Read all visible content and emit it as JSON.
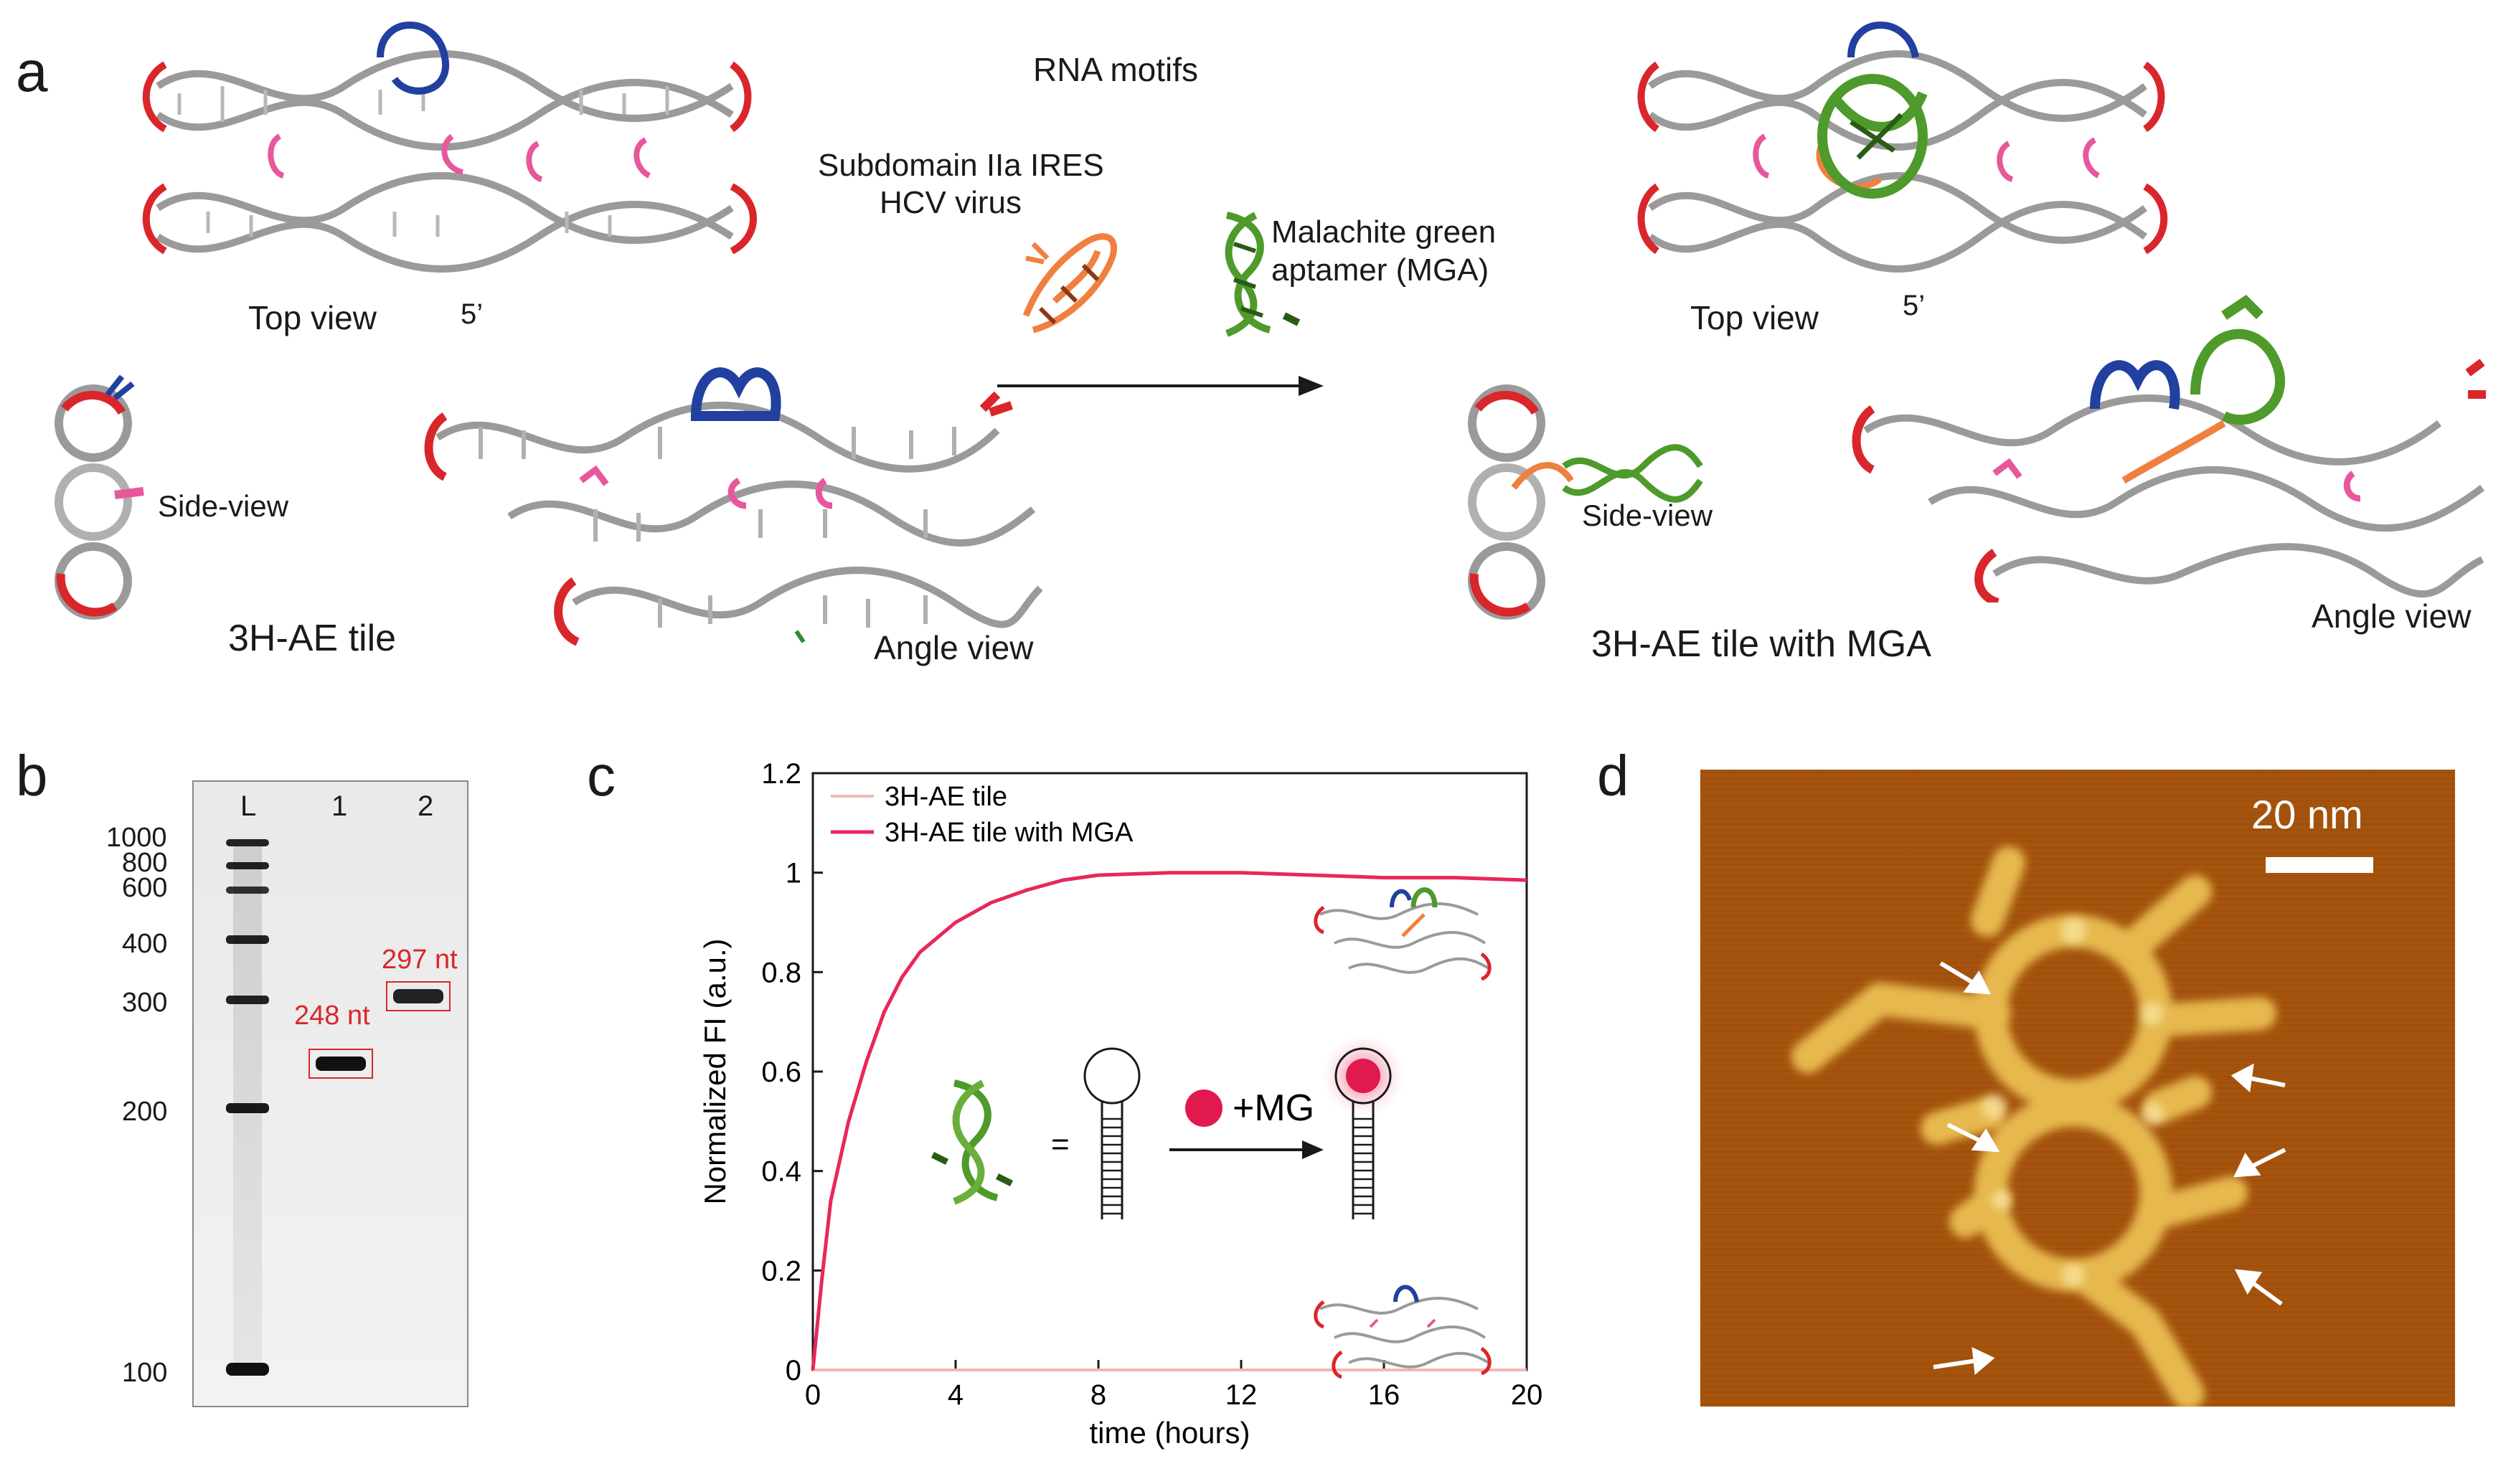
{
  "panel_a": {
    "letter": "a",
    "rna_motifs": "RNA motifs",
    "ires_line1": "Subdomain IIa IRES",
    "ires_line2": "HCV virus",
    "mga_line1": "Malachite green",
    "mga_line2": "aptamer (MGA)",
    "top_view_left": "Top view",
    "five_prime_left": "5’",
    "side_view_left": "Side-view",
    "tile_label": "3H-AE tile",
    "angle_view_left": "Angle view",
    "top_view_right": "Top view",
    "five_prime_right": "5’",
    "side_view_right": "Side-view",
    "tile_mga_label": "3H-AE tile with MGA",
    "angle_view_right": "Angle view"
  },
  "panel_b": {
    "letter": "b",
    "lane_labels": [
      "L",
      "1",
      "2"
    ],
    "ladder_labels": [
      "1000",
      "800",
      "600",
      "400",
      "300",
      "200",
      "100"
    ],
    "band1_label": "248 nt",
    "band2_label": "297 nt"
  },
  "panel_c": {
    "letter": "c",
    "legend": [
      "3H-AE tile",
      "3H-AE tile with MGA"
    ],
    "scheme_equals": "=",
    "scheme_mg": "+MG"
  },
  "panel_d": {
    "letter": "d",
    "scale_bar": "20 nm"
  },
  "colors": {
    "series_tile": "#f4b6b6",
    "series_tile_mga": "#e8275a",
    "mg_dot": "#e0194f",
    "label_red": "#d9262b",
    "rna_gray": "#9a9a9a",
    "rna_red": "#d9262b",
    "rna_blue": "#2140a0",
    "rna_pink": "#e8579c",
    "rna_green": "#4e9a2b",
    "rna_orange": "#f08040"
  },
  "chart_data": {
    "type": "line",
    "xlabel": "time (hours)",
    "ylabel": "Normalized FI (a.u.)",
    "xlim": [
      0,
      20
    ],
    "ylim": [
      0,
      1.2
    ],
    "xticks": [
      0,
      4,
      8,
      12,
      16,
      20
    ],
    "yticks": [
      0,
      0.2,
      0.4,
      0.6,
      0.8,
      1,
      1.2
    ],
    "grid": false,
    "legend_position": "top-left",
    "series": [
      {
        "name": "3H-AE tile",
        "x": [
          0,
          20
        ],
        "y": [
          0,
          0
        ]
      },
      {
        "name": "3H-AE tile with MGA",
        "x": [
          0,
          0.25,
          0.5,
          1,
          1.5,
          2,
          2.5,
          3,
          3.5,
          4,
          5,
          6,
          7,
          8,
          10,
          12,
          14,
          16,
          18,
          20
        ],
        "y": [
          0,
          0.18,
          0.34,
          0.5,
          0.62,
          0.72,
          0.79,
          0.84,
          0.87,
          0.9,
          0.94,
          0.965,
          0.985,
          0.995,
          1.0,
          1.0,
          0.995,
          0.99,
          0.99,
          0.985
        ]
      }
    ]
  }
}
